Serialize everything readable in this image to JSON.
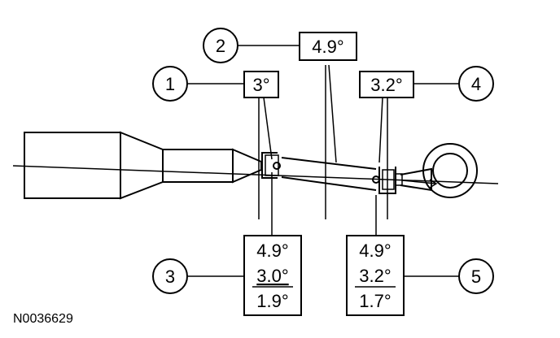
{
  "callouts": {
    "c1": {
      "number": "1",
      "value": "3°"
    },
    "c2": {
      "number": "2",
      "value": "4.9°"
    },
    "c3": {
      "number": "3",
      "lines": [
        "4.9°",
        "3.0°",
        "1.9°"
      ]
    },
    "c4": {
      "number": "4",
      "value": "3.2°"
    },
    "c5": {
      "number": "5",
      "lines": [
        "4.9°",
        "3.2°",
        "1.7°"
      ]
    }
  },
  "figure_id": "N0036629"
}
